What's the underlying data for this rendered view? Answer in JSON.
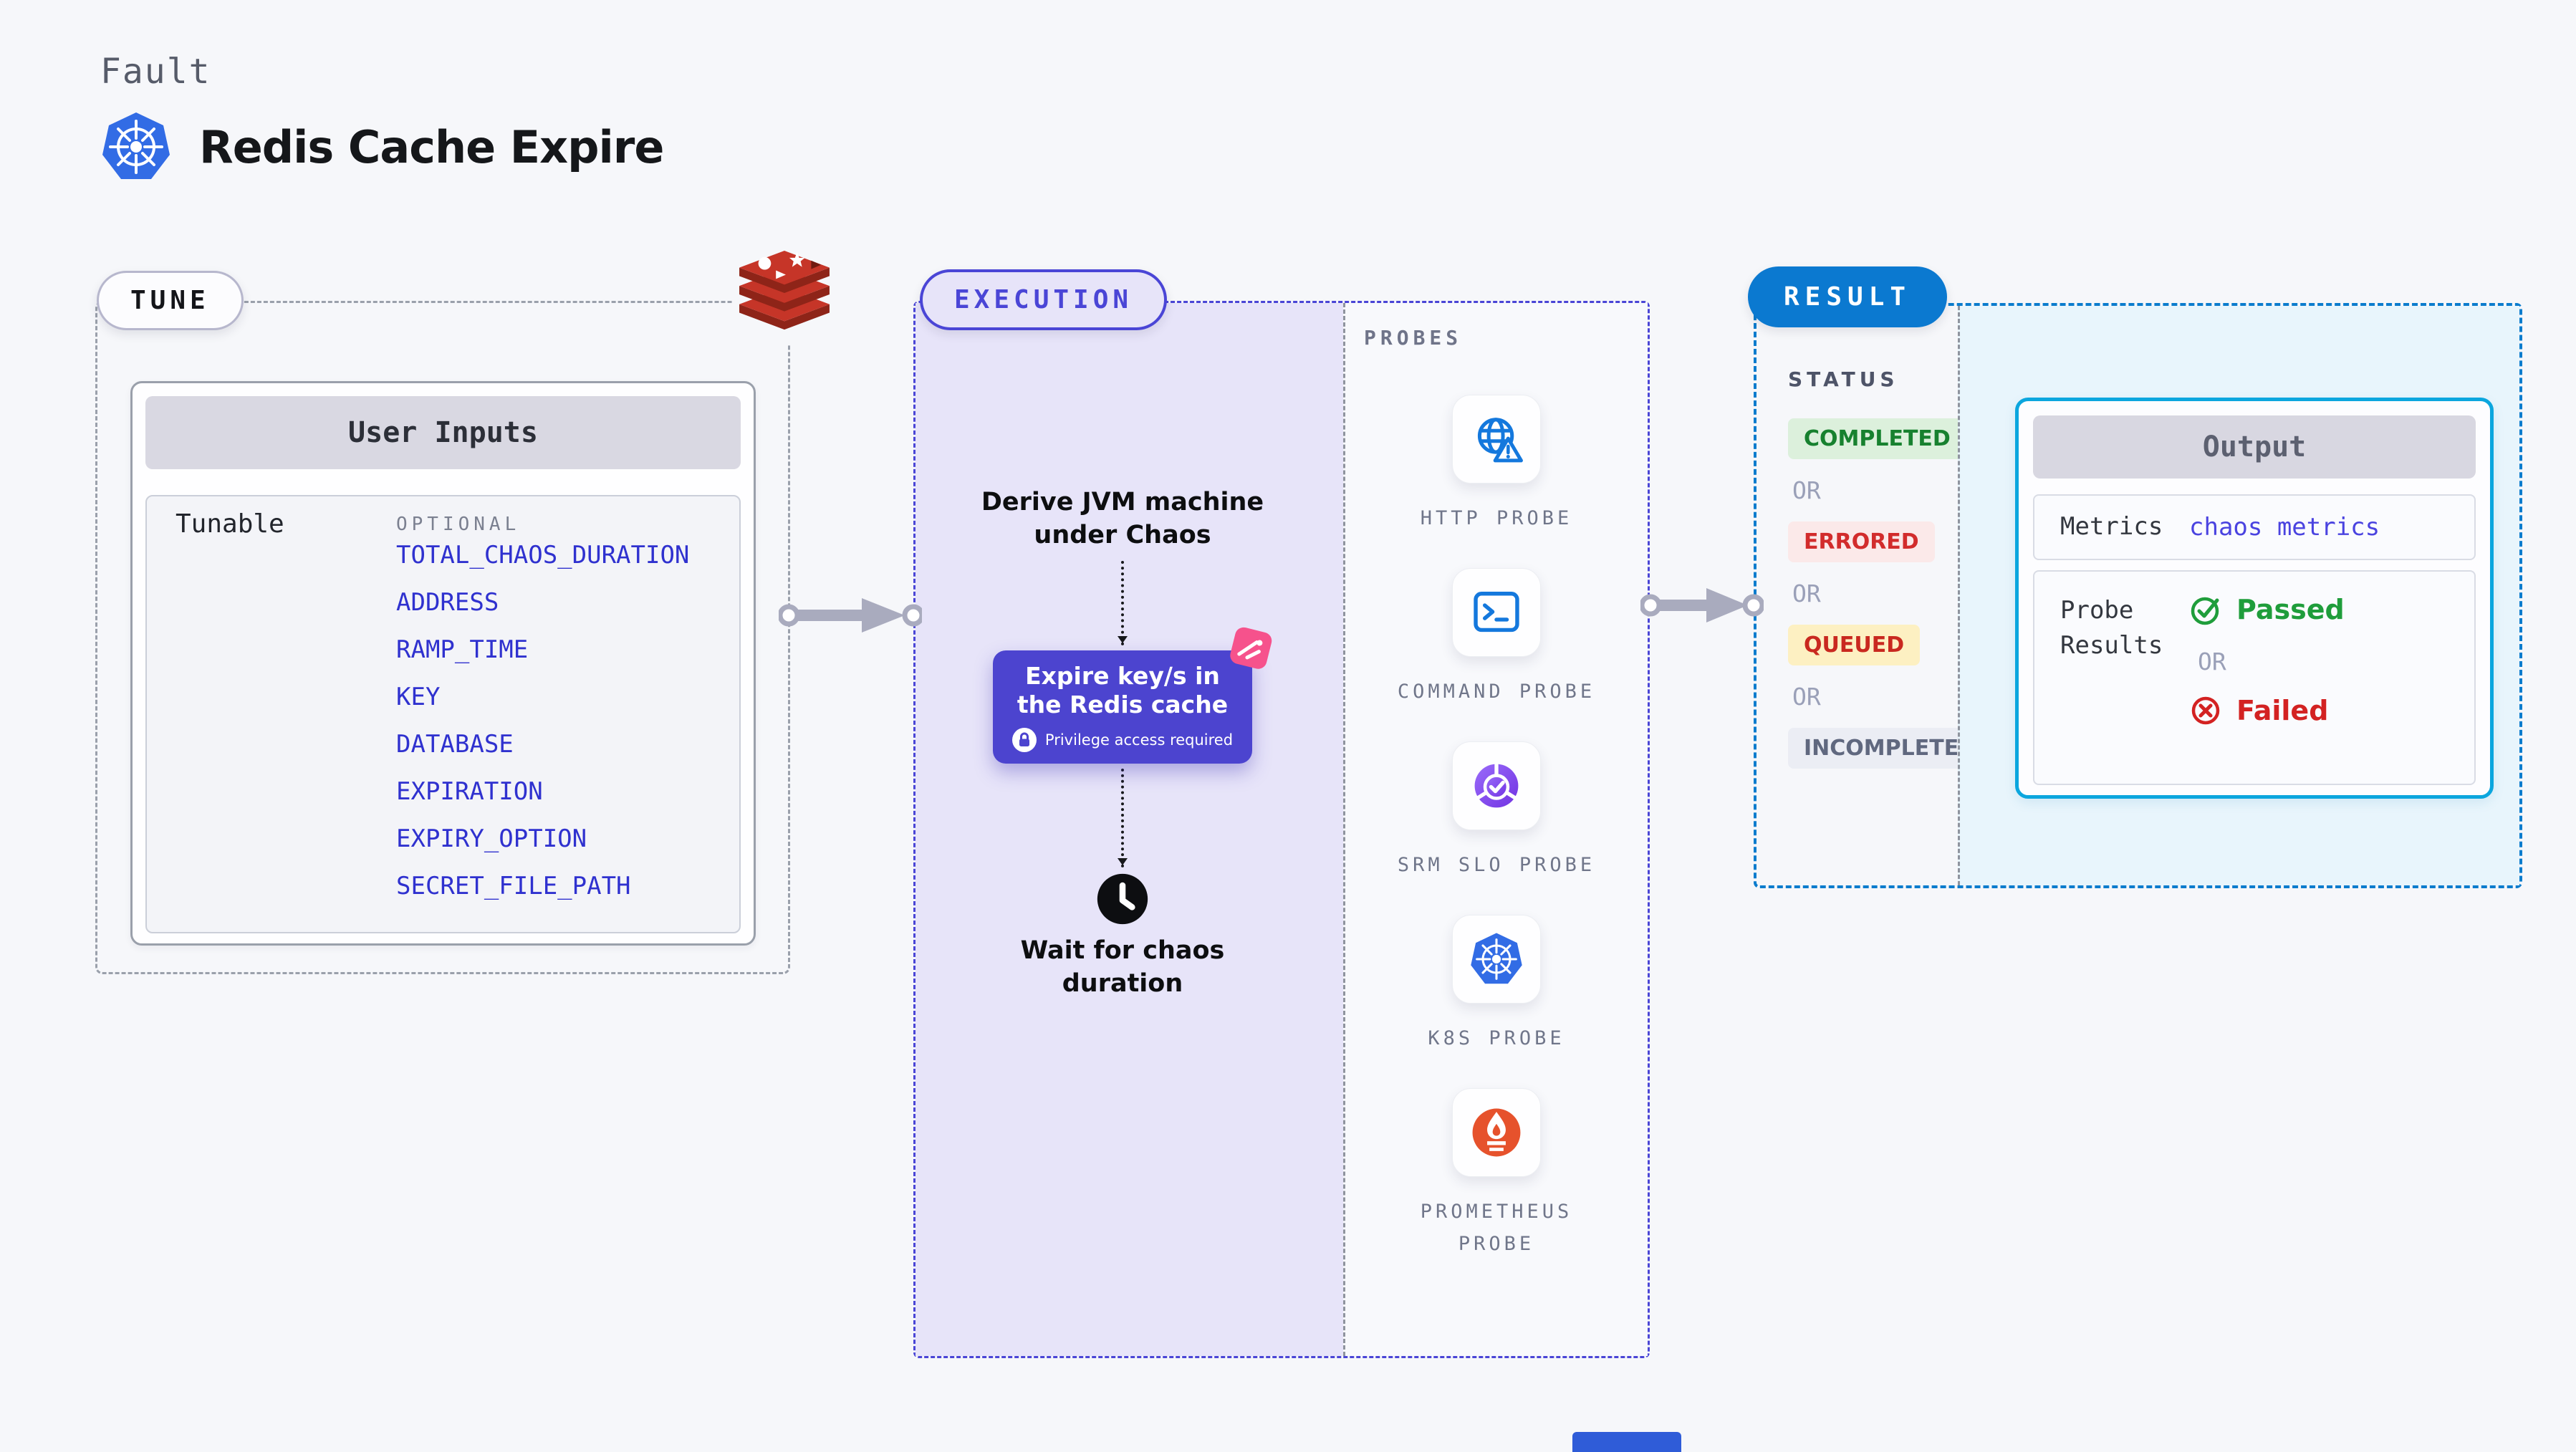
{
  "header": {
    "kicker": "Fault",
    "title": "Redis Cache Expire"
  },
  "tune": {
    "badge": "TUNE",
    "card_title": "User Inputs",
    "row_label": "Tunable",
    "column_label": "OPTIONAL",
    "inputs": [
      "TOTAL_CHAOS_DURATION",
      "ADDRESS",
      "RAMP_TIME",
      "KEY",
      "DATABASE",
      "EXPIRATION",
      "EXPIRY_OPTION",
      "SECRET_FILE_PATH"
    ]
  },
  "execution": {
    "badge": "EXECUTION",
    "derive_step": "Derive JVM machine under Chaos",
    "chaos_step": "Expire key/s in the Redis cache",
    "privilege_note": "Privilege access required",
    "wait_step": "Wait for chaos duration"
  },
  "probes": {
    "label": "PROBES",
    "items": [
      "HTTP PROBE",
      "COMMAND PROBE",
      "SRM SLO PROBE",
      "K8S PROBE",
      "PROMETHEUS PROBE"
    ]
  },
  "result": {
    "badge": "RESULT",
    "status_label": "STATUS",
    "or_label": "OR",
    "statuses": [
      "COMPLETED",
      "ERRORED",
      "QUEUED",
      "INCOMPLETED"
    ],
    "output": {
      "title": "Output",
      "metrics_label": "Metrics",
      "metrics_value": "chaos metrics",
      "probe_results_label": "Probe Results",
      "passed_label": "Passed",
      "failed_label": "Failed"
    }
  },
  "colors": {
    "page_bg": "#f6f7fa",
    "accent_indigo": "#4a45d6",
    "chaos_purple": "#4c44cf",
    "link_blue": "#2f31cf",
    "result_blue": "#0b79d0",
    "output_cyan": "#0ba6de",
    "success_green": "#1f9d3b",
    "error_red": "#d32222",
    "queued_yellow_bg": "#fdf0c2",
    "k8s_blue": "#326ce5",
    "redis_red": "#c63528",
    "prometheus_orange": "#e6522c",
    "chaos_pink": "#f6528c"
  }
}
